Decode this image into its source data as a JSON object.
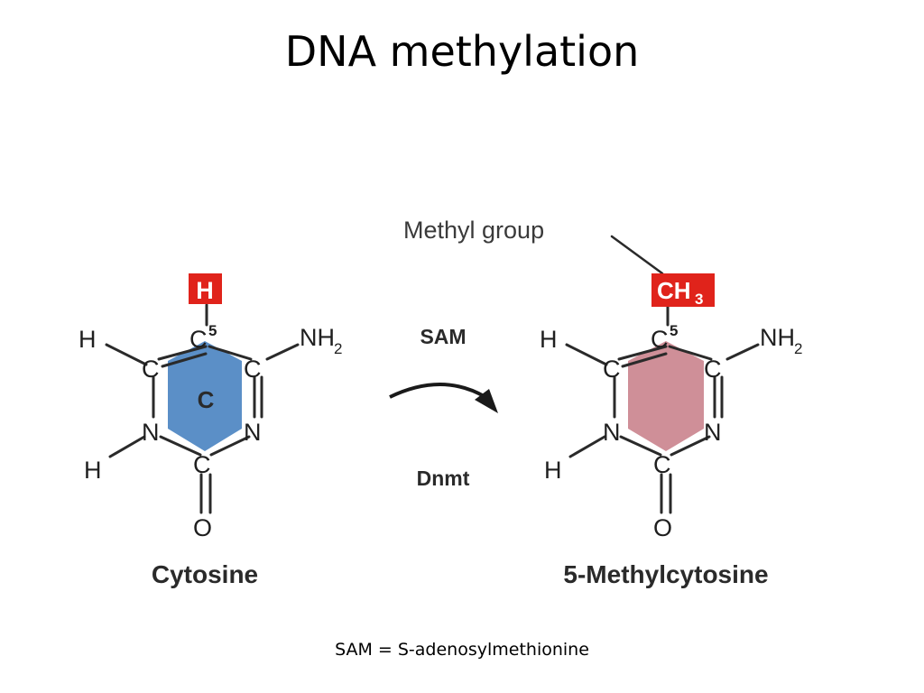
{
  "title": "DNA methylation",
  "caption": "SAM = S-adenosylmethionine",
  "colors": {
    "cytosine_ring": "#5b8fc7",
    "methylcytosine_ring": "#cf8f98",
    "highlight_box": "#e0231b",
    "highlight_text": "#ffffff"
  },
  "cytosine": {
    "name": "Cytosine",
    "ring_label": "C",
    "highlight": "H",
    "atoms": {
      "c5": "C",
      "c5_superscript": "5",
      "h_top_left": "H",
      "c_left": "C",
      "c_right": "C",
      "nh2": "NH",
      "nh2_subscript": "2",
      "n_left": "N",
      "n_right": "N",
      "h_bottom_left": "H",
      "c_bottom": "C",
      "o": "O"
    }
  },
  "reaction": {
    "cofactor": "SAM",
    "enzyme": "Dnmt"
  },
  "methylcytosine": {
    "name": "5-Methylcytosine",
    "methyl_label": "Methyl group",
    "highlight": "CH",
    "highlight_subscript": "3",
    "atoms": {
      "c5": "C",
      "c5_superscript": "5",
      "h_top_left": "H",
      "c_left": "C",
      "c_right": "C",
      "nh2": "NH",
      "nh2_subscript": "2",
      "n_left": "N",
      "n_right": "N",
      "h_bottom_left": "H",
      "c_bottom": "C",
      "o": "O"
    }
  }
}
